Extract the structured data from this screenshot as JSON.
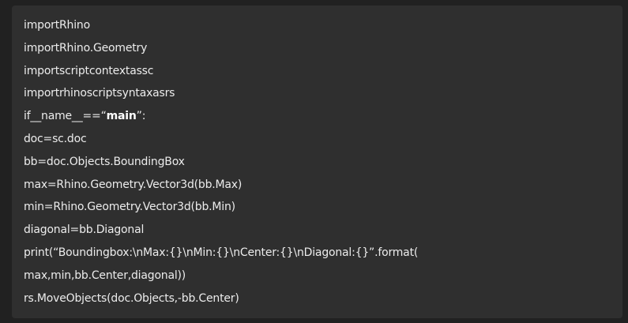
{
  "code": {
    "lines": [
      "importRhino",
      "importRhino.Geometry",
      "importscriptcontextassc",
      "importrhinoscriptsyntaxasrs",
      {
        "prefix": "if__name__==“",
        "bold": "main",
        "suffix": "”:"
      },
      "doc=sc.doc",
      "bb=doc.Objects.BoundingBox",
      "max=Rhino.Geometry.Vector3d(bb.Max)",
      "min=Rhino.Geometry.Vector3d(bb.Min)",
      "diagonal=bb.Diagonal",
      "print(“Boundingbox:\\nMax:{}\\nMin:{}\\nCenter:{}\\nDiagonal:{}”.format(",
      "max,min,bb.Center,diagonal))",
      "rs.MoveObjects(doc.Objects,-bb.Center)"
    ]
  }
}
